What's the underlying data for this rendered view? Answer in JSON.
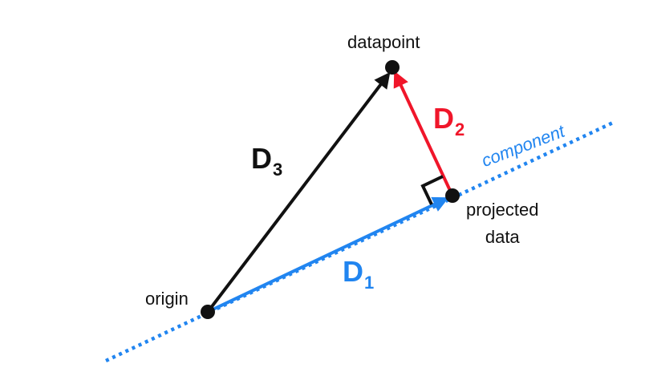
{
  "labels": {
    "datapoint": "datapoint",
    "origin": "origin",
    "projected_line1": "projected",
    "projected_line2": "data",
    "component": "component"
  },
  "vectors": [
    {
      "id": "D1",
      "letter": "D",
      "subscript": "1",
      "color": "#2185F0"
    },
    {
      "id": "D2",
      "letter": "D",
      "subscript": "2",
      "color": "#F0162A"
    },
    {
      "id": "D3",
      "letter": "D",
      "subscript": "3",
      "color": "#111111"
    }
  ],
  "colors": {
    "component_line": "#2185F0",
    "points": "#111111",
    "right_angle_marker": "#111111"
  }
}
